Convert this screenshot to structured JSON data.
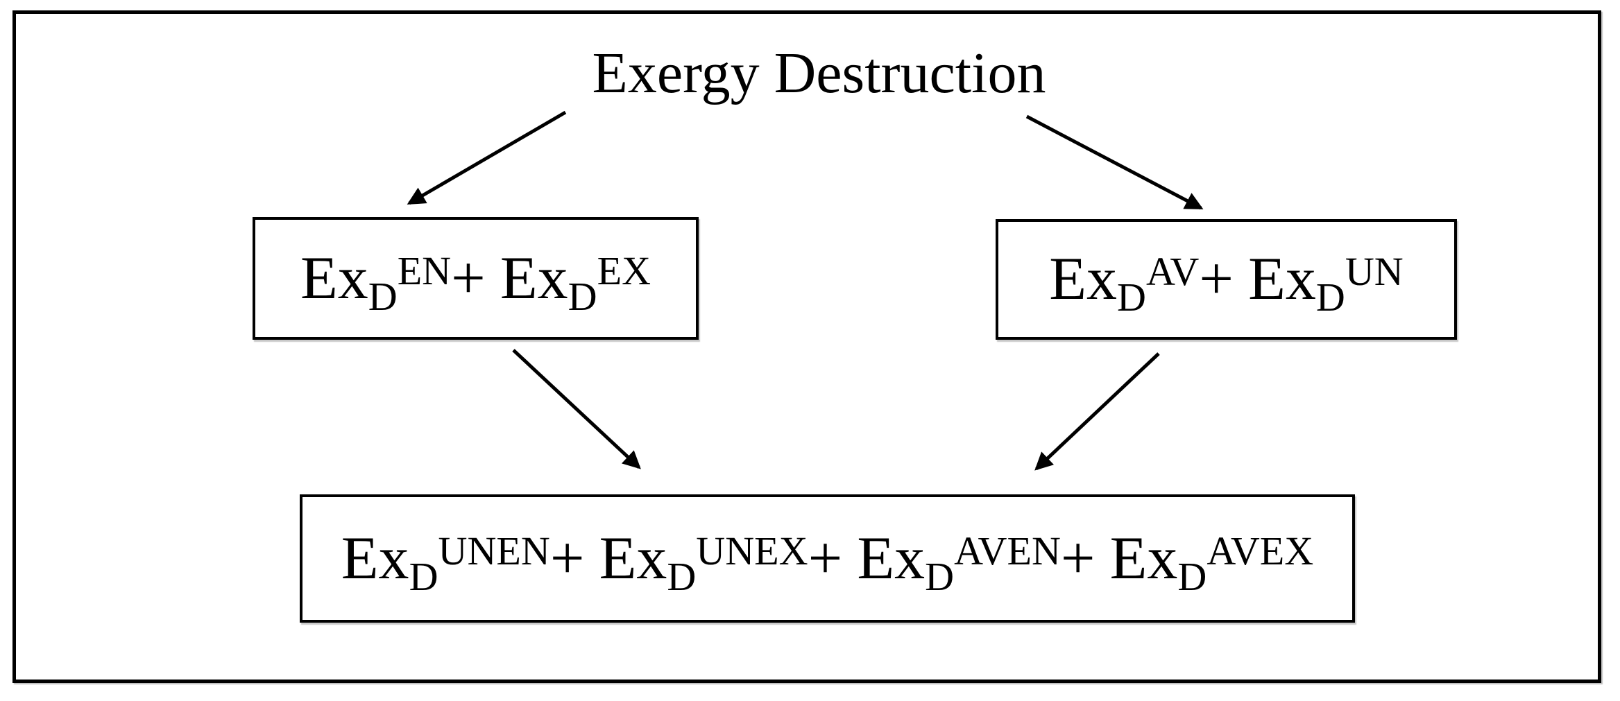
{
  "diagram": {
    "title": "Exergy Destruction",
    "operator_plus": "+",
    "boxes": {
      "top_left": {
        "terms": [
          {
            "base": "Ex",
            "sub": "D",
            "sup": "EN"
          },
          {
            "base": "Ex",
            "sub": "D",
            "sup": "EX"
          }
        ]
      },
      "top_right": {
        "terms": [
          {
            "base": "Ex",
            "sub": "D",
            "sup": "AV"
          },
          {
            "base": "Ex",
            "sub": "D",
            "sup": "UN"
          }
        ]
      },
      "bottom": {
        "terms": [
          {
            "base": "Ex",
            "sub": "D",
            "sup": "UNEN"
          },
          {
            "base": "Ex",
            "sub": "D",
            "sup": "UNEX"
          },
          {
            "base": "Ex",
            "sub": "D",
            "sup": "AVEN"
          },
          {
            "base": "Ex",
            "sub": "D",
            "sup": "AVEX"
          }
        ]
      }
    },
    "arrows": [
      {
        "from": "title",
        "to": "top-left-box"
      },
      {
        "from": "title",
        "to": "top-right-box"
      },
      {
        "from": "top-left-box",
        "to": "bottom-box"
      },
      {
        "from": "top-right-box",
        "to": "bottom-box"
      }
    ],
    "colors": {
      "ink": "#000000",
      "background": "#ffffff"
    }
  }
}
